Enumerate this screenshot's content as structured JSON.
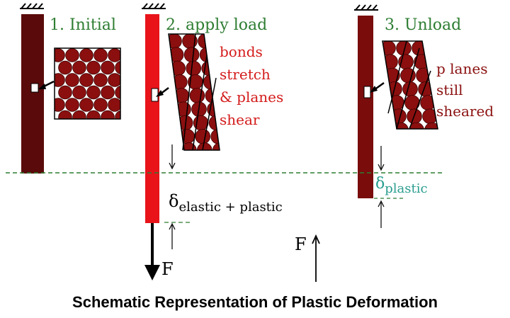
{
  "colors": {
    "dark_bar": "#5a0a0a",
    "red_bar": "#e8141a",
    "atom": "#8b0f0f",
    "atom_stroke": "#3a0000",
    "step_label": "#2e7d32",
    "load_text": "#d41b1b",
    "unload_text": "#8b1010",
    "delta_plastic": "#2a9d8f",
    "guide_line": "#2e7d32",
    "black": "#000000"
  },
  "diagram": {
    "title": "Schematic Representation of Plastic Deformation",
    "steps": [
      {
        "label": "1. Initial"
      },
      {
        "label": "2. apply load",
        "notes": [
          "bonds",
          "stretch",
          "& planes",
          "shear"
        ]
      },
      {
        "label": "3. Unload",
        "notes": [
          "p lanes",
          "still",
          "sheared"
        ]
      }
    ],
    "annotations": {
      "delta_symbol": "δ",
      "delta_elastic_plastic": "elastic + plastic",
      "delta_plastic": "plastic",
      "force_down": "F",
      "force_up": "F"
    }
  }
}
